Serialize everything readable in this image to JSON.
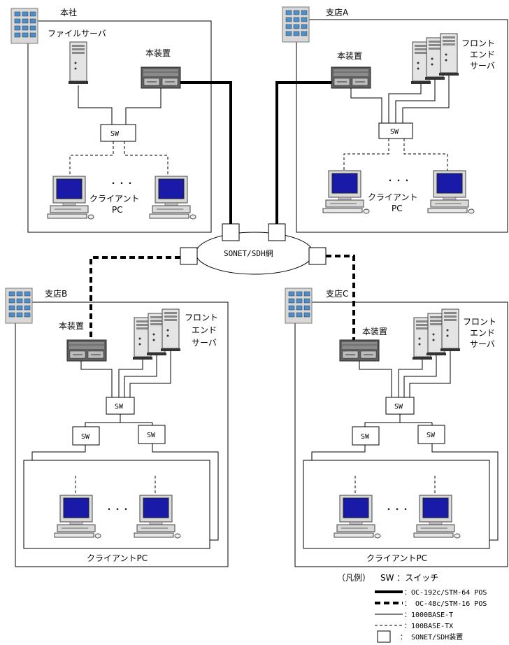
{
  "cloud_label": "SONET/SDH網",
  "dots": "・・・",
  "switch_label": "SW",
  "sites": {
    "honsha": {
      "title": "本社",
      "file_server": "ファイルサーバ",
      "device": "本装置",
      "client_line1": "クライアント",
      "client_line2": "PC"
    },
    "branch_a": {
      "title": "支店A",
      "device": "本装置",
      "fe_line1": "フロント",
      "fe_line2": "エンド",
      "fe_line3": "サーバ",
      "client_line1": "クライアント",
      "client_line2": "PC"
    },
    "branch_b": {
      "title": "支店B",
      "device": "本装置",
      "fe_line1": "フロント",
      "fe_line2": "エンド",
      "fe_line3": "サーバ",
      "clients": "クライアントPC"
    },
    "branch_c": {
      "title": "支店C",
      "device": "本装置",
      "fe_line1": "フロント",
      "fe_line2": "エンド",
      "fe_line3": "サーバ",
      "clients": "クライアントPC"
    }
  },
  "legend": {
    "title": "（凡例）",
    "sw_def": "SW ：スイッチ",
    "items": [
      {
        "style": "thick-solid",
        "label": "：OC-192c/STM-64 POS"
      },
      {
        "style": "thick-dashed",
        "label": "：  OC-48c/STM-16 POS"
      },
      {
        "style": "thin-solid",
        "label": "：1000BASE-T"
      },
      {
        "style": "thin-dashed",
        "label": "：100BASE-TX"
      },
      {
        "style": "box",
        "label": "：  SONET/SDH装置"
      }
    ]
  }
}
